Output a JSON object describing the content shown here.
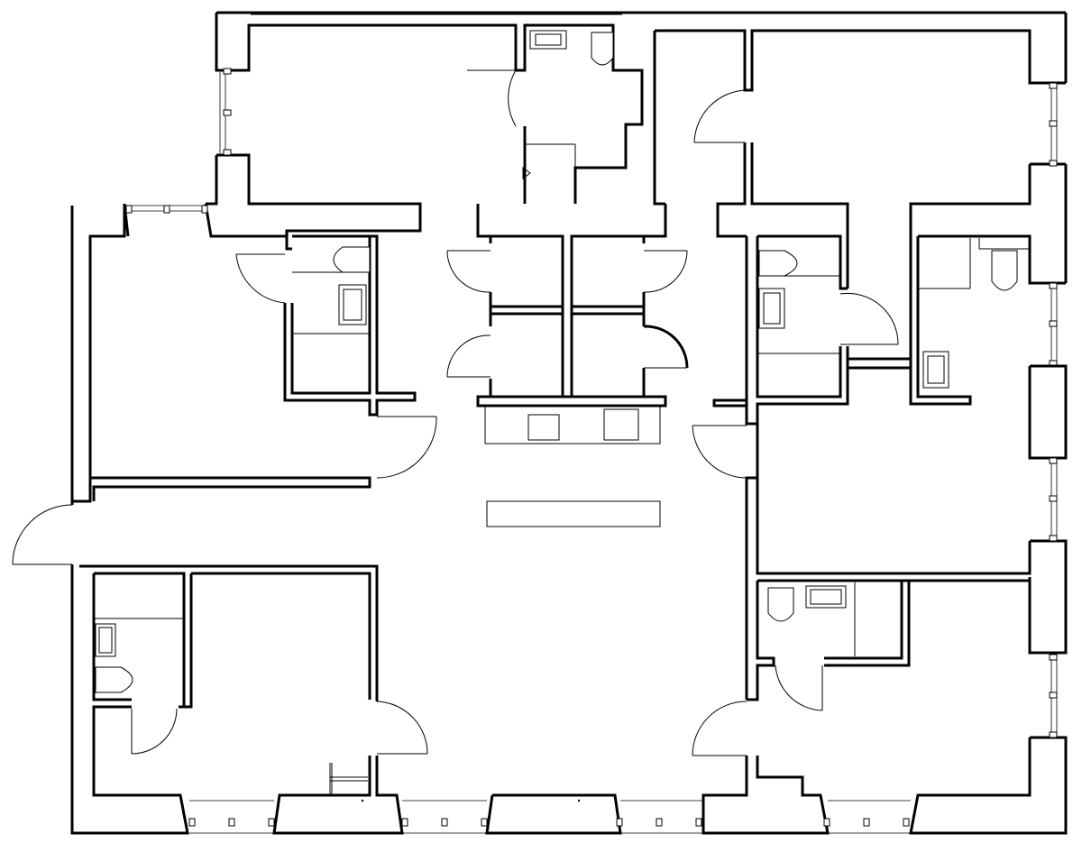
{
  "drawing": {
    "kind": "floor-plan",
    "line_color": "#000000",
    "background": "#ffffff",
    "labels": []
  },
  "rooms": [
    {
      "id": "upper-left-room",
      "fixtures": []
    },
    {
      "id": "upper-right-room",
      "fixtures": []
    },
    {
      "id": "left-bedroom",
      "fixtures": []
    },
    {
      "id": "left-bathroom",
      "fixtures": [
        "toilet",
        "bathtub"
      ]
    },
    {
      "id": "top-bathroom",
      "fixtures": [
        "bathtub",
        "toilet"
      ]
    },
    {
      "id": "central-stalls",
      "fixtures": []
    },
    {
      "id": "central-counter",
      "fixtures": [
        "sink",
        "sink"
      ]
    },
    {
      "id": "right-bathroom",
      "fixtures": [
        "toilet",
        "bathtub"
      ]
    },
    {
      "id": "far-right-bathroom",
      "fixtures": [
        "toilet",
        "bathtub"
      ]
    },
    {
      "id": "right-middle-room",
      "fixtures": []
    },
    {
      "id": "lower-left-bathroom",
      "fixtures": [
        "bathtub",
        "toilet"
      ]
    },
    {
      "id": "lower-left-room",
      "fixtures": []
    },
    {
      "id": "lower-right-bathroom",
      "fixtures": [
        "toilet",
        "bathtub"
      ]
    },
    {
      "id": "lower-right-room",
      "fixtures": []
    }
  ]
}
